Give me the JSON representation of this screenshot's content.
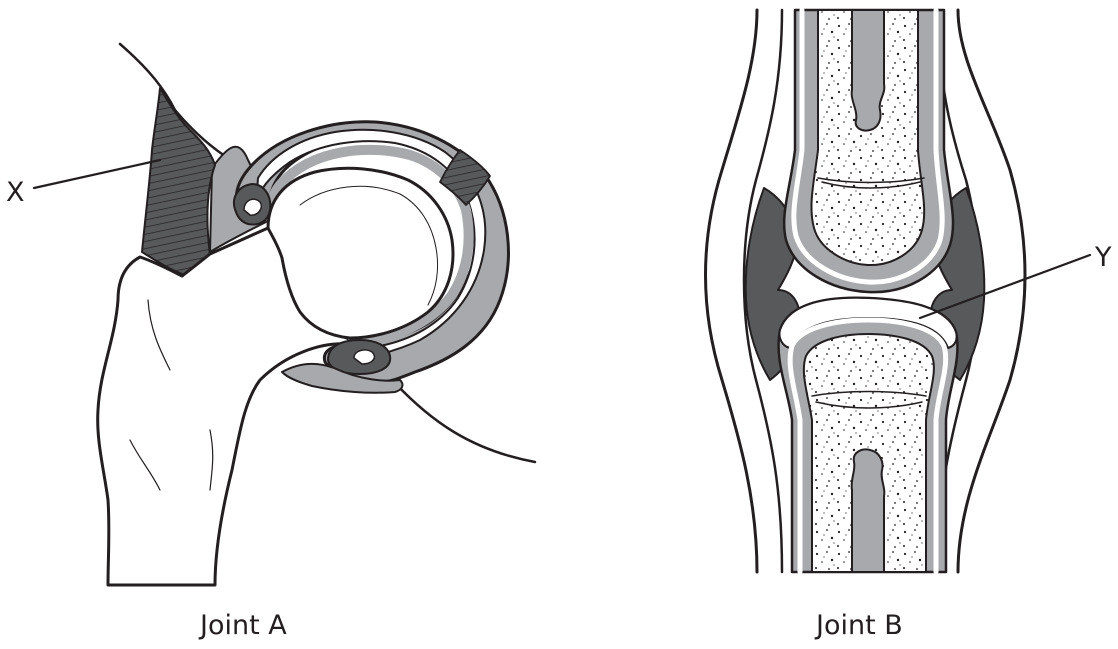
{
  "joint_a": {
    "caption": "Joint A",
    "label": "X"
  },
  "joint_b": {
    "caption": "Joint B",
    "label": "Y"
  },
  "colors": {
    "outline": "#231f20",
    "light_grey": "#a7a9ac",
    "dark_grey": "#58595b",
    "mid_grey": "#939598",
    "white": "#ffffff"
  }
}
